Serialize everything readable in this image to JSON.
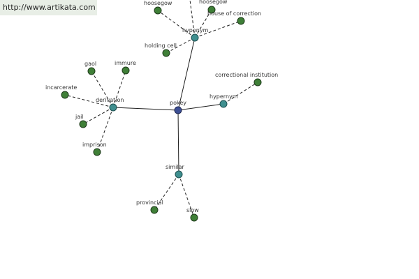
{
  "watermark": {
    "url": "http://www.artikata.com"
  },
  "colors": {
    "word_node": "#3f7f37",
    "relation_node": "#3f8f8f",
    "center_node": "#3d4f94",
    "edge": "#1e1e1e"
  },
  "graph": {
    "center": "pokey",
    "relations": [
      {
        "label": "hyponym",
        "words": [
          "hoosegow",
          "hoosegow",
          "house of correction",
          "holding cell"
        ]
      },
      {
        "label": "derivation",
        "words": [
          "gaol",
          "immure",
          "incarcerate",
          "jail",
          "imprison"
        ]
      },
      {
        "label": "hypernym",
        "words": [
          "correctional institution"
        ]
      },
      {
        "label": "similar",
        "words": [
          "provincial",
          "slow"
        ]
      }
    ]
  }
}
